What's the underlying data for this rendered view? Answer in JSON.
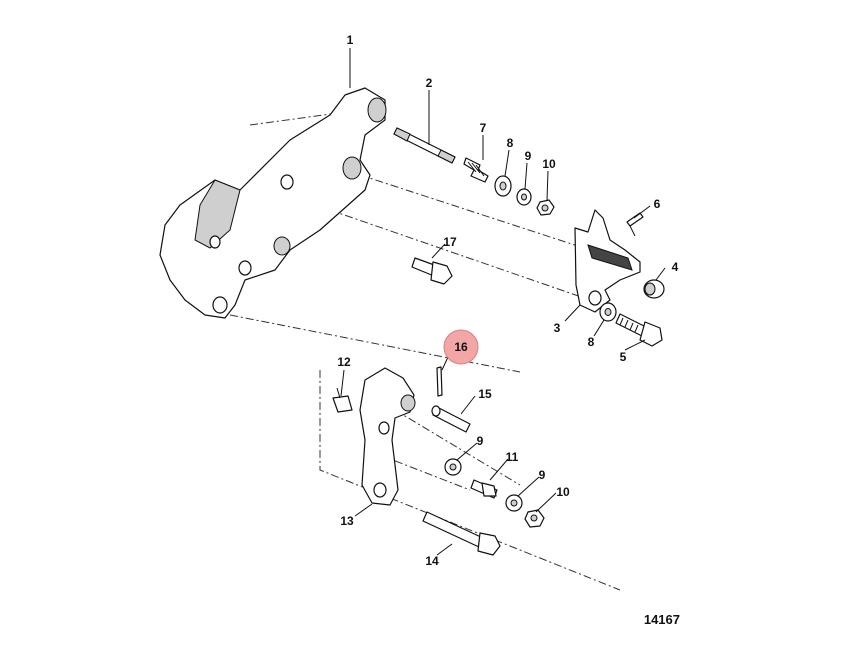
{
  "figure_number": "14167",
  "highlighted_callout": "16",
  "highlight_color": "#f3a6a6",
  "callouts": [
    "1",
    "2",
    "7",
    "8",
    "9",
    "10",
    "6",
    "4",
    "3",
    "8",
    "5",
    "17",
    "12",
    "16",
    "15",
    "9",
    "11",
    "9",
    "10",
    "13",
    "14"
  ]
}
